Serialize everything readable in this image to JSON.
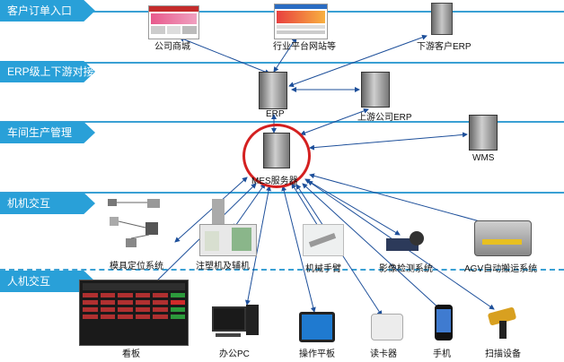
{
  "lanes": [
    {
      "label": "客户订单入口"
    },
    {
      "label": "ERP级上下游对接"
    },
    {
      "label": "车间生产管理"
    },
    {
      "label": "机机交互"
    },
    {
      "label": "人机交互"
    }
  ],
  "nodes": {
    "company_mall": "公司商城",
    "industry_site": "行业平台网站等",
    "downstream_erp": "下游客户ERP",
    "erp": "ERP",
    "upstream_erp": "上游公司ERP",
    "mes": "MES服务器",
    "wms": "WMS",
    "mold_positioning": "模具定位系统",
    "injection_machine": "注塑机及辅机",
    "robot_arm": "机械手臂",
    "vision_system": "影像检测系统",
    "agv": "AGV自动搬运系统",
    "kanban": "看板",
    "office_pc": "办公PC",
    "tablet": "操作平板",
    "card_reader": "读卡器",
    "phone": "手机",
    "scanner": "扫描设备"
  },
  "colors": {
    "lane": "#29a0d8",
    "highlight": "#d42020",
    "arrow": "#1d4f9a"
  }
}
